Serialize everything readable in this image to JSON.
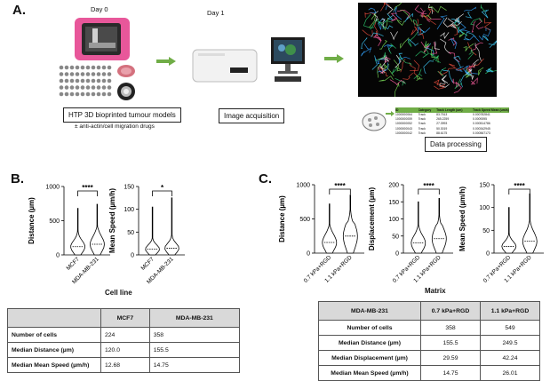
{
  "panel_a": {
    "letter": "A.",
    "day0": "Day 0",
    "day1": "Day 1",
    "label_models": "HTP 3D bioprinted tumour models",
    "drug_note": "± anti-actin/cell migration drugs",
    "label_acquisition": "Image acquisition",
    "label_processing": "Data processing",
    "mini_table": {
      "headers": [
        "ID",
        "Category",
        "Track Length (um)",
        "Track Speed Mean (um/s)"
      ],
      "rows": [
        [
          "1000000064",
          "Track",
          "83.7513",
          "0.000782841"
        ],
        [
          "1000000059",
          "Track",
          "265.2259",
          "0.0009395"
        ],
        [
          "1000000052",
          "Track",
          "27.3993",
          "0.000514786"
        ],
        [
          "1000000043",
          "Track",
          "50.3019",
          "0.000342945"
        ],
        [
          "1000000042",
          "Track",
          "88.6175",
          "0.000567173"
        ]
      ]
    }
  },
  "panel_b": {
    "letter": "B.",
    "xgroup_label": "Cell line",
    "table": {
      "headers": [
        "",
        "MCF7",
        "MDA-MB-231"
      ],
      "rows": [
        [
          "Number of cells",
          "224",
          "358"
        ],
        [
          "Median Distance (µm)",
          "120.0",
          "155.5"
        ],
        [
          "Median Mean Speed (µm/h)",
          "12.68",
          "14.75"
        ]
      ]
    }
  },
  "panel_c": {
    "letter": "C.",
    "xgroup_label": "Matrix",
    "table": {
      "headers": [
        "MDA-MB-231",
        "0.7 kPa+RGD",
        "1.1 kPa+RGD"
      ],
      "rows": [
        [
          "Number of cells",
          "358",
          "549"
        ],
        [
          "Median Distance (µm)",
          "155.5",
          "249.5"
        ],
        [
          "Median Displacement (µm)",
          "29.59",
          "42.24"
        ],
        [
          "Median Mean Speed (µm/h)",
          "14.75",
          "26.01"
        ]
      ]
    }
  },
  "chart_data": [
    {
      "type": "violin",
      "panel": "B",
      "ylabel": "Distance (µm)",
      "ylim": [
        0,
        1000
      ],
      "yticks": [
        "0",
        "500",
        "1000"
      ],
      "categories": [
        "MCF7",
        "MDA-MB-231"
      ],
      "medians": [
        120.0,
        155.5
      ],
      "max": [
        680,
        740
      ],
      "significance": "****"
    },
    {
      "type": "violin",
      "panel": "B",
      "ylabel": "Mean Speed (µm/h)",
      "ylim": [
        0,
        150
      ],
      "yticks": [
        "0",
        "50",
        "100",
        "150"
      ],
      "categories": [
        "MCF7",
        "MDA-MB-231"
      ],
      "medians": [
        12.68,
        14.75
      ],
      "max": [
        105,
        125
      ],
      "significance": "*"
    },
    {
      "type": "violin",
      "panel": "C",
      "ylabel": "Distance (µm)",
      "ylim": [
        0,
        1000
      ],
      "yticks": [
        "0",
        "500",
        "1000"
      ],
      "categories": [
        "0.7 kPa+RGD",
        "1.1 kPa+RGD"
      ],
      "medians": [
        155.5,
        249.5
      ],
      "max": [
        720,
        850
      ],
      "significance": "****"
    },
    {
      "type": "violin",
      "panel": "C",
      "ylabel": "Displacement (µm)",
      "ylim": [
        0,
        200
      ],
      "yticks": [
        "0",
        "50",
        "100",
        "150",
        "200"
      ],
      "categories": [
        "0.7 kPa+RGD",
        "1.1 kPa+RGD"
      ],
      "medians": [
        29.59,
        42.24
      ],
      "max": [
        150,
        160
      ],
      "significance": "****"
    },
    {
      "type": "violin",
      "panel": "C",
      "ylabel": "Mean Speed (µm/h)",
      "ylim": [
        0,
        150
      ],
      "yticks": [
        "0",
        "50",
        "100",
        "150"
      ],
      "categories": [
        "0.7 kPa+RGD",
        "1.1 kPa+RGD"
      ],
      "medians": [
        14.75,
        26.01
      ],
      "max": [
        100,
        130
      ],
      "significance": "****"
    }
  ]
}
